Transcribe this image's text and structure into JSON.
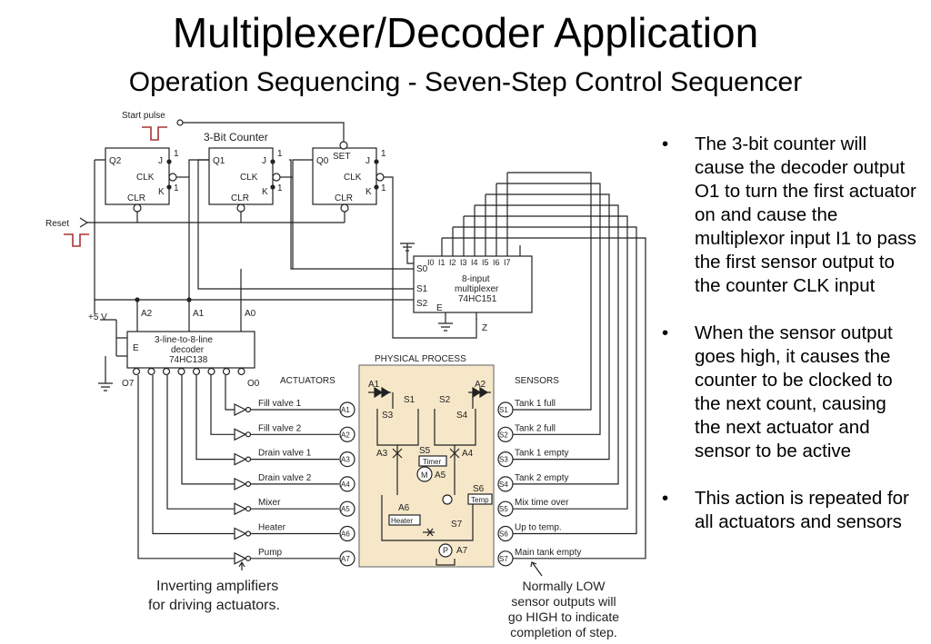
{
  "title": "Multiplexer/Decoder Application",
  "subtitle": "Operation Sequencing - Seven-Step Control Sequencer",
  "diagram": {
    "start_pulse": "Start pulse",
    "counter_label": "3-Bit Counter",
    "reset": "Reset",
    "ff_q": [
      "Q2",
      "Q1",
      "Q0"
    ],
    "ff_j": "J",
    "ff_k": "K",
    "ff_clk": "CLK",
    "ff_clr": "CLR",
    "ff_set": "SET",
    "one": "1",
    "mux_title": [
      "8-input",
      "multiplexer",
      "74HC151"
    ],
    "mux_inputs": [
      "I0",
      "I1",
      "I2",
      "I3",
      "I4",
      "I5",
      "I6",
      "I7"
    ],
    "mux_selects": [
      "S0",
      "S1",
      "S2"
    ],
    "mux_e": "E",
    "mux_z": "Z",
    "vcc": "+5 V",
    "addr": [
      "A2",
      "A1",
      "A0"
    ],
    "decoder_title": [
      "3-line-to-8-line",
      "decoder",
      "74HC138"
    ],
    "decoder_e": "E",
    "decoder_o7": "O7",
    "decoder_o0": "O0",
    "actuators_header": "ACTUATORS",
    "sensors_header": "SENSORS",
    "process_header": "PHYSICAL PROCESS",
    "actuators": [
      {
        "label": "Fill valve 1",
        "id": "A1"
      },
      {
        "label": "Fill valve 2",
        "id": "A2"
      },
      {
        "label": "Drain valve 1",
        "id": "A3"
      },
      {
        "label": "Drain valve 2",
        "id": "A4"
      },
      {
        "label": "Mixer",
        "id": "A5"
      },
      {
        "label": "Heater",
        "id": "A6"
      },
      {
        "label": "Pump",
        "id": "A7"
      }
    ],
    "sensors": [
      {
        "label": "Tank 1 full",
        "id": "S1"
      },
      {
        "label": "Tank 2 full",
        "id": "S2"
      },
      {
        "label": "Tank 1 empty",
        "id": "S3"
      },
      {
        "label": "Tank 2 empty",
        "id": "S4"
      },
      {
        "label": "Mix time over",
        "id": "S5"
      },
      {
        "label": "Up to temp.",
        "id": "S6"
      },
      {
        "label": "Main tank empty",
        "id": "S7"
      }
    ],
    "process_labels": {
      "a1": "A1",
      "a2": "A2",
      "s1": "S1",
      "s2": "S2",
      "s3": "S3",
      "s4": "S4",
      "a3": "A3",
      "a4": "A4",
      "s5": "S5",
      "timer": "Timer",
      "a5": "A5",
      "m": "M",
      "a6": "A6",
      "heater": "Heater",
      "s6": "S6",
      "temp": "Temp",
      "s7": "S7",
      "p": "P",
      "a7": "A7"
    },
    "note_left": [
      "Inverting amplifiers",
      "for driving actuators."
    ],
    "note_right": [
      "Normally LOW",
      "sensor outputs will",
      "go HIGH to indicate",
      "completion of step."
    ]
  },
  "bullets": [
    {
      "dot": "•",
      "text": "The 3-bit counter will cause the decoder output O1 to turn the first  actuator on and cause the multiplexor input I1 to pass the first sensor output to the counter CLK input"
    },
    {
      "dot": "•",
      "text": "When the sensor output goes high, it causes the counter to be clocked to the next count, causing the next actuator and sensor to be active"
    },
    {
      "dot": "•",
      "text": "This action is repeated for all actuators and sensors"
    }
  ]
}
